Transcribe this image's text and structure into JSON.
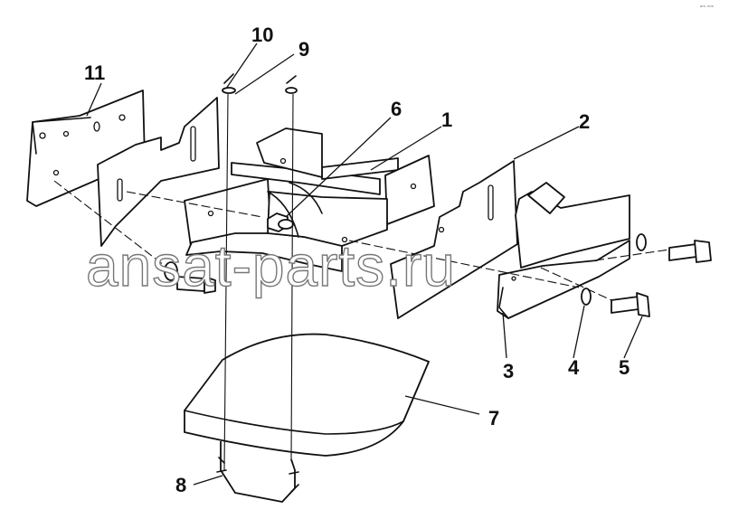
{
  "watermark": "ansat-parts.ru",
  "corner_mark": "ᵃᵐ ⁿⁿⁿ",
  "callouts": {
    "c1": "1",
    "c2": "2",
    "c3": "3",
    "c4": "4",
    "c5": "5",
    "c6": "6",
    "c7": "7",
    "c8": "8",
    "c9": "9",
    "c10": "10",
    "c11": "11"
  }
}
